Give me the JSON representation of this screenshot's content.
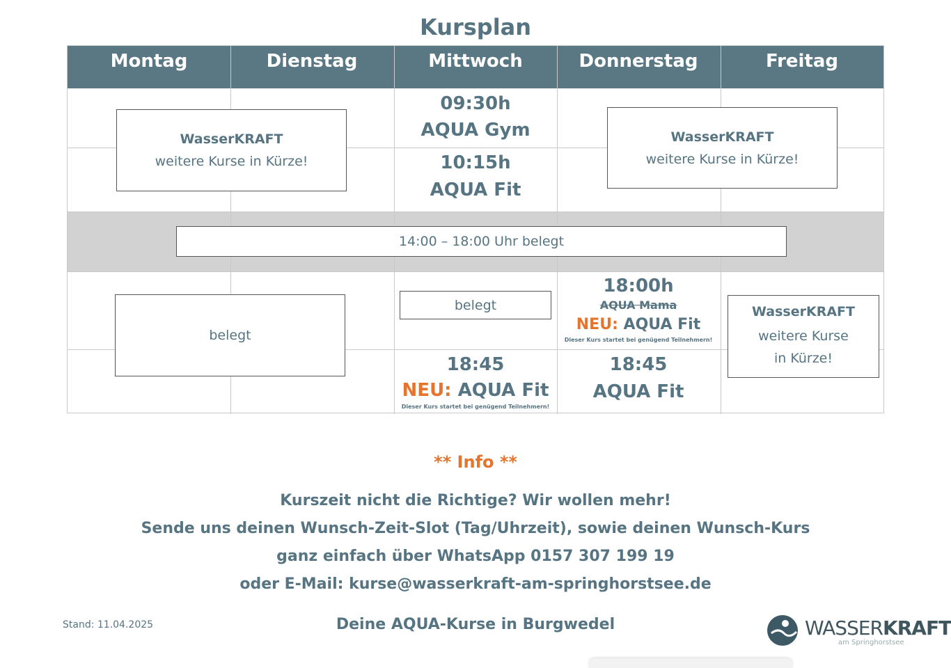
{
  "title": "Kursplan",
  "days": [
    "Montag",
    "Dienstag",
    "Mittwoch",
    "Donnerstag",
    "Freitag"
  ],
  "morning": {
    "box_mon": {
      "title": "WasserKRAFT",
      "text": "weitere Kurse in Kürze!"
    },
    "box_thu": {
      "title": "WasserKRAFT",
      "text": "weitere Kurse in Kürze!"
    },
    "wed_slot1": {
      "time": "09:30h",
      "course": "AQUA Gym"
    },
    "wed_slot2": {
      "time": "10:15h",
      "course": "AQUA Fit"
    }
  },
  "midday": {
    "text": "14:00 – 18:00 Uhr belegt"
  },
  "evening": {
    "box_mon": "belegt",
    "box_wed": "belegt",
    "thu_slot1": {
      "time": "18:00h",
      "old_course": "AQUA Mama",
      "neu": "NEU:",
      "course": "AQUA Fit",
      "note": "Dieser Kurs startet bei genügend Teilnehmern!"
    },
    "wed_slot2": {
      "time": "18:45",
      "neu": "NEU:",
      "course": "AQUA Fit",
      "note": "Dieser Kurs startet bei genügend Teilnehmern!"
    },
    "thu_slot2": {
      "time": "18:45",
      "course": "AQUA Fit"
    },
    "box_fri": {
      "title": "WasserKRAFT",
      "line1": "weitere Kurse",
      "line2": "in Kürze!"
    }
  },
  "info": {
    "title": "** Info **",
    "line1": "Kurszeit nicht die Richtige? Wir wollen mehr!",
    "line2": "Sende uns deinen Wunsch-Zeit-Slot (Tag/Uhrzeit), sowie deinen Wunsch-Kurs",
    "line3": "ganz einfach über WhatsApp 0157 307 199 19",
    "line4": "oder E-Mail: kurse@wasserkraft-am-springhorstsee.de"
  },
  "stand": "Stand: 11.04.2025",
  "footer": "Deine AQUA-Kurse in Burgwedel",
  "logo": {
    "main_a": "WASSER",
    "main_b": "KRAFT",
    "sub": "am Springhorstsee"
  }
}
